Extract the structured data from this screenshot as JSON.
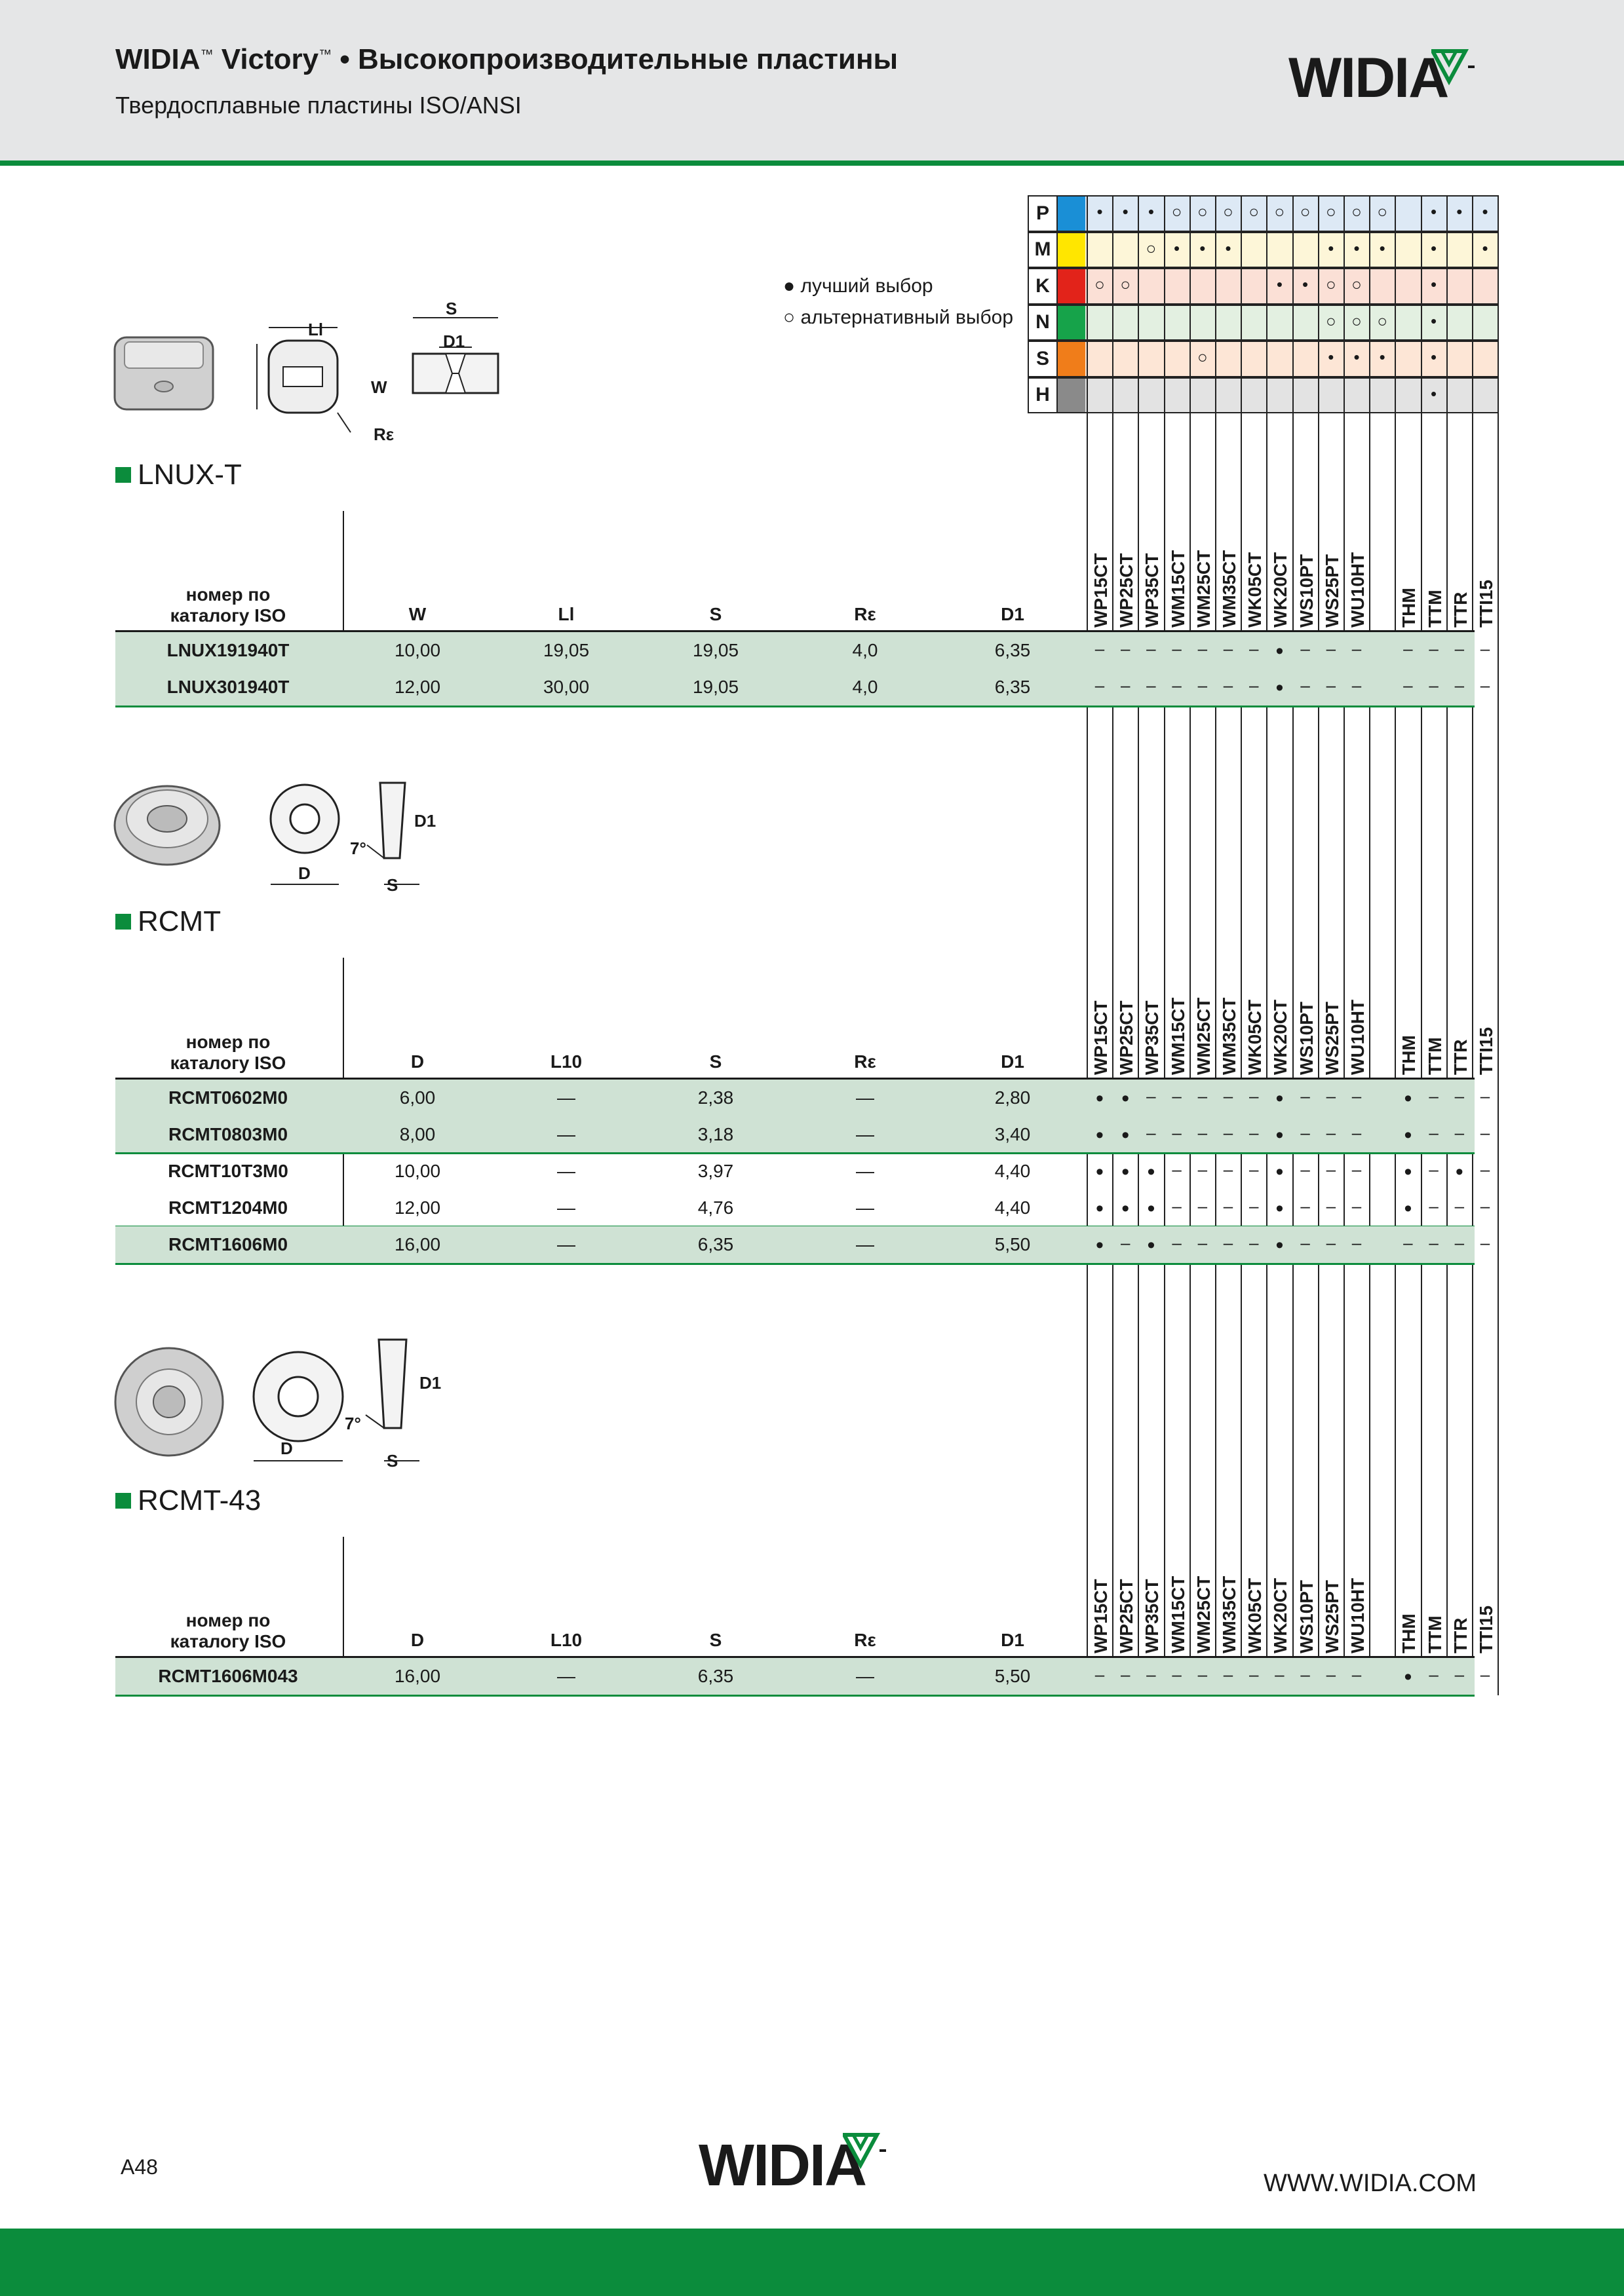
{
  "header": {
    "brand": "WIDIA",
    "tm1": "™",
    "product": "Victory",
    "tm2": "™",
    "title_rest": "• Высокопроизводительные пластины",
    "subtitle": "Твердосплавные пластины ISO/ANSI",
    "logo": "WIDIA"
  },
  "legend": {
    "best": "лучший выбор",
    "alternative": "альтернативный выбор"
  },
  "materials": [
    {
      "code": "P",
      "color": "#1a8fd6",
      "tint": "#dde9f5",
      "cells": [
        "•",
        "•",
        "•",
        "○",
        "○",
        "○",
        "○",
        "○",
        "○",
        "○",
        "○",
        "○",
        "",
        "•",
        "•",
        "•"
      ]
    },
    {
      "code": "M",
      "color": "#ffe600",
      "tint": "#fdf6d8",
      "cells": [
        "",
        "",
        "○",
        "•",
        "•",
        "•",
        "",
        "",
        "",
        "•",
        "•",
        "•",
        "",
        "•",
        "",
        "•"
      ]
    },
    {
      "code": "K",
      "color": "#e2231a",
      "tint": "#fbe0d6",
      "cells": [
        "○",
        "○",
        "",
        "",
        "",
        "",
        "",
        "•",
        "•",
        "○",
        "○",
        "",
        "",
        "•",
        "",
        ""
      ]
    },
    {
      "code": "N",
      "color": "#16a34a",
      "tint": "#e3f0e1",
      "cells": [
        "",
        "",
        "",
        "",
        "",
        "",
        "",
        "",
        "",
        "○",
        "○",
        "○",
        "",
        "•",
        "",
        ""
      ]
    },
    {
      "code": "S",
      "color": "#f07d1a",
      "tint": "#fde6d6",
      "cells": [
        "",
        "",
        "",
        "",
        "○",
        "",
        "",
        "",
        "",
        "•",
        "•",
        "•",
        "",
        "•",
        "",
        ""
      ]
    },
    {
      "code": "H",
      "color": "#8a8a8a",
      "tint": "#e3e3e3",
      "cells": [
        "",
        "",
        "",
        "",
        "",
        "",
        "",
        "",
        "",
        "",
        "",
        "",
        "",
        "•",
        "",
        ""
      ]
    }
  ],
  "grades": [
    "WP15CT",
    "WP25CT",
    "WP35CT",
    "WM15CT",
    "WM25CT",
    "WM35CT",
    "WK05CT",
    "WK20CT",
    "WS10PT",
    "WS25PT",
    "WU10HT",
    "",
    "THM",
    "TTM",
    "TTR",
    "TTI15"
  ],
  "sections": [
    {
      "title": "LNUX-T",
      "iso_header_l1": "номер по",
      "iso_header_l2": "каталогу ISO",
      "columns": [
        "W",
        "Ll",
        "S",
        "Rε",
        "D1"
      ],
      "rows": [
        {
          "iso": "LNUX191940T",
          "vals": [
            "10,00",
            "19,05",
            "19,05",
            "4,0",
            "6,35"
          ],
          "band": true,
          "grades": [
            "–",
            "–",
            "–",
            "–",
            "–",
            "–",
            "–",
            "•",
            "–",
            "–",
            "–",
            "",
            "–",
            "–",
            "–",
            "–"
          ]
        },
        {
          "iso": "LNUX301940T",
          "vals": [
            "12,00",
            "30,00",
            "19,05",
            "4,0",
            "6,35"
          ],
          "band": true,
          "grades": [
            "–",
            "–",
            "–",
            "–",
            "–",
            "–",
            "–",
            "•",
            "–",
            "–",
            "–",
            "",
            "–",
            "–",
            "–",
            "–"
          ]
        }
      ],
      "drawing_labels": {
        "ll": "Ll",
        "s": "S",
        "d1": "D1",
        "w": "W",
        "re": "Rε"
      }
    },
    {
      "title": "RCMT",
      "iso_header_l1": "номер по",
      "iso_header_l2": "каталогу ISO",
      "columns": [
        "D",
        "L10",
        "S",
        "Rε",
        "D1"
      ],
      "rows": [
        {
          "iso": "RCMT0602M0",
          "vals": [
            "6,00",
            "—",
            "2,38",
            "—",
            "2,80"
          ],
          "band": true,
          "grades": [
            "•",
            "•",
            "–",
            "–",
            "–",
            "–",
            "–",
            "•",
            "–",
            "–",
            "–",
            "",
            "•",
            "–",
            "–",
            "–"
          ]
        },
        {
          "iso": "RCMT0803M0",
          "vals": [
            "8,00",
            "—",
            "3,18",
            "—",
            "3,40"
          ],
          "band": true,
          "grades": [
            "•",
            "•",
            "–",
            "–",
            "–",
            "–",
            "–",
            "•",
            "–",
            "–",
            "–",
            "",
            "•",
            "–",
            "–",
            "–"
          ]
        },
        {
          "iso": "RCMT10T3M0",
          "vals": [
            "10,00",
            "—",
            "3,97",
            "—",
            "4,40"
          ],
          "band": false,
          "grades": [
            "•",
            "•",
            "•",
            "–",
            "–",
            "–",
            "–",
            "•",
            "–",
            "–",
            "–",
            "",
            "•",
            "–",
            "•",
            "–"
          ]
        },
        {
          "iso": "RCMT1204M0",
          "vals": [
            "12,00",
            "—",
            "4,76",
            "—",
            "4,40"
          ],
          "band": false,
          "grades": [
            "•",
            "•",
            "•",
            "–",
            "–",
            "–",
            "–",
            "•",
            "–",
            "–",
            "–",
            "",
            "•",
            "–",
            "–",
            "–"
          ]
        },
        {
          "iso": "RCMT1606M0",
          "vals": [
            "16,00",
            "—",
            "6,35",
            "—",
            "5,50"
          ],
          "band": true,
          "grades": [
            "•",
            "–",
            "•",
            "–",
            "–",
            "–",
            "–",
            "•",
            "–",
            "–",
            "–",
            "",
            "–",
            "–",
            "–",
            "–"
          ]
        }
      ],
      "drawing_labels": {
        "d": "D",
        "s": "S",
        "d1": "D1",
        "angle": "7°"
      }
    },
    {
      "title": "RCMT-43",
      "iso_header_l1": "номер по",
      "iso_header_l2": "каталогу ISO",
      "columns": [
        "D",
        "L10",
        "S",
        "Rε",
        "D1"
      ],
      "rows": [
        {
          "iso": "RCMT1606M043",
          "vals": [
            "16,00",
            "—",
            "6,35",
            "—",
            "5,50"
          ],
          "band": true,
          "grades": [
            "–",
            "–",
            "–",
            "–",
            "–",
            "–",
            "–",
            "–",
            "–",
            "–",
            "–",
            "",
            "•",
            "–",
            "–",
            "–"
          ]
        }
      ],
      "drawing_labels": {
        "d": "D",
        "s": "S",
        "d1": "D1",
        "angle": "7°"
      }
    }
  ],
  "footer": {
    "page": "A48",
    "logo": "WIDIA",
    "url": "WWW.WIDIA.COM"
  }
}
